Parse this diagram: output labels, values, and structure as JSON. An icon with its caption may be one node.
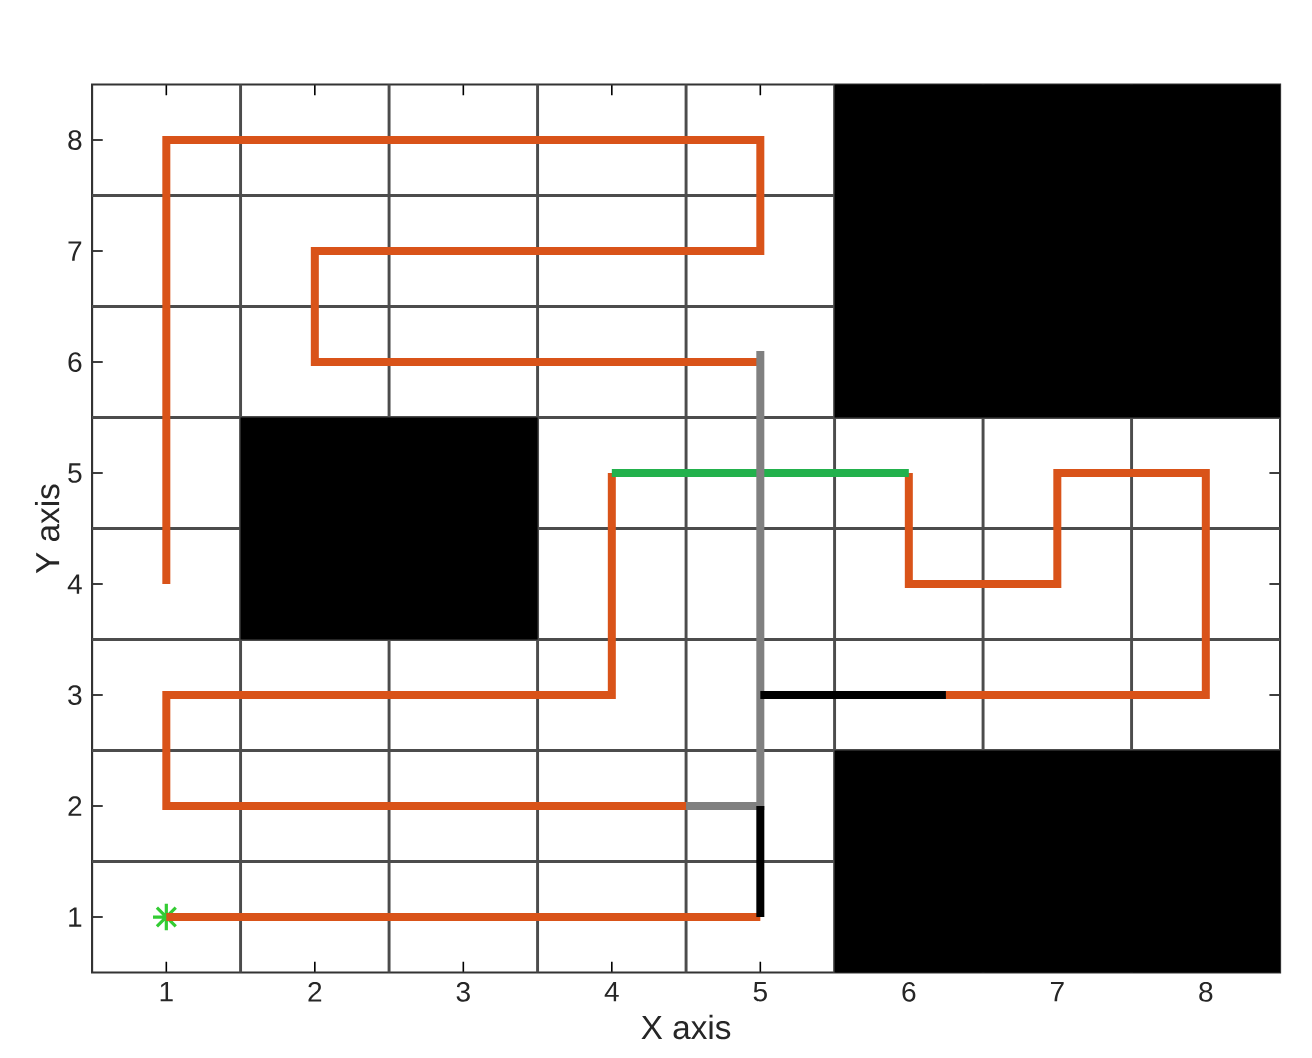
{
  "diagram": {
    "nodes": [
      {
        "text": [],
        "shape": "box"
      },
      {
        "text": [],
        "shape": "box"
      },
      {
        "text": [],
        "shape": "box"
      },
      {
        "text": [],
        "shape": "star"
      }
    ],
    "chart_data": {
      "type": "line",
      "xlabel": "X axis",
      "ylabel": "Y axis",
      "xlim": [
        0.5,
        8.5
      ],
      "ylim": [
        0.5,
        8.5
      ],
      "xticks": [
        1,
        2,
        3,
        4,
        5,
        6,
        7,
        8
      ],
      "yticks": [
        1,
        2,
        3,
        4,
        5,
        6,
        7,
        8
      ],
      "series": [
        {
          "color": "#d95319",
          "x": [
            1,
            5,
            null,
            4.5,
            1,
            1,
            4,
            4,
            null,
            6,
            6,
            7,
            7,
            8,
            8,
            6.25,
            null,
            5,
            2,
            2,
            5,
            5,
            1,
            1
          ],
          "values": [
            1,
            1,
            null,
            2,
            2,
            3,
            3,
            5,
            null,
            5,
            4,
            4,
            5,
            5,
            3,
            3,
            null,
            6,
            6,
            7,
            7,
            8,
            8,
            4
          ]
        },
        {
          "color": "#22b14c",
          "x": [
            4,
            6
          ],
          "values": [
            5,
            5
          ]
        },
        {
          "color": "#808080",
          "x": [
            4.5,
            5,
            5
          ],
          "values": [
            2,
            2,
            6.1
          ]
        },
        {
          "color": "#000000",
          "x": [
            5,
            5,
            null,
            5,
            6.25
          ],
          "values": [
            1,
            2,
            null,
            3,
            3
          ]
        }
      ]
    }
  }
}
